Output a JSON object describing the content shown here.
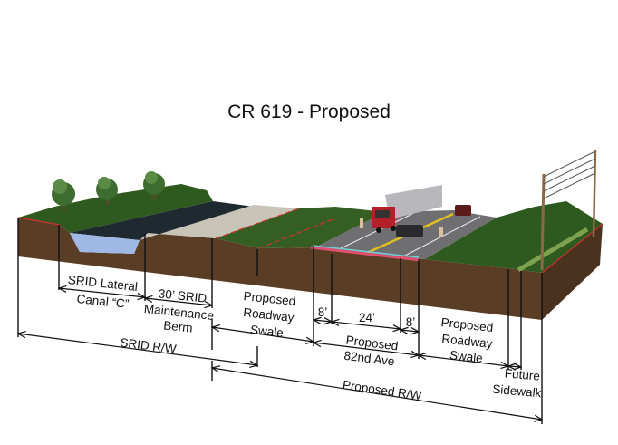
{
  "title": "CR 619 - Proposed",
  "colors": {
    "soil": "#5a3d25",
    "grass": "#2f5a1f",
    "water": "#9fb8e6",
    "road": "#6f6f72",
    "gravel": "#c9c4b8",
    "edge": "#d23030",
    "curb": "#e0506e"
  },
  "labels": {
    "canal": [
      "SRID Lateral",
      "Canal “C”"
    ],
    "berm": [
      "30’ SRID",
      "Maintenance",
      "Berm"
    ],
    "srid_rw": "SRID R/W",
    "swale_left": [
      "Proposed",
      "Roadway",
      "Swale"
    ],
    "lane_left": "8’",
    "lanes": "24’",
    "lane_right": "8’",
    "road": [
      "Proposed",
      "82nd Ave"
    ],
    "swale_right": [
      "Proposed",
      "Roadway",
      "Swale"
    ],
    "sidewalk": [
      "Future",
      "Sidewalk"
    ],
    "proposed_rw": "Proposed R/W"
  }
}
